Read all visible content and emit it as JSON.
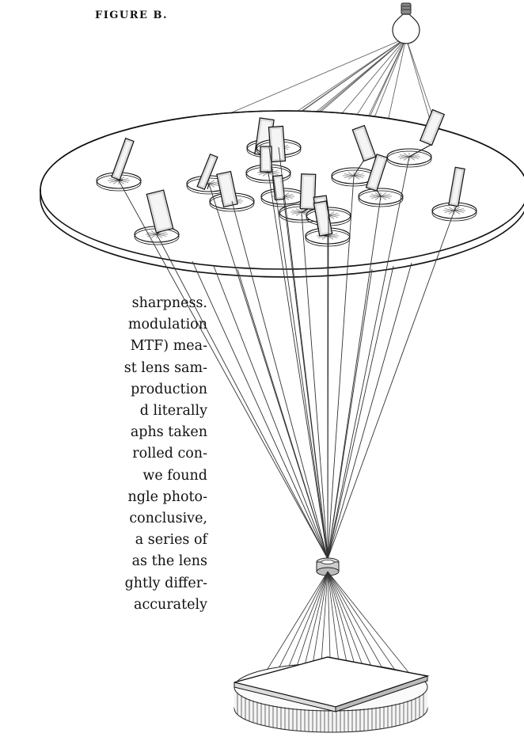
{
  "figure": {
    "label": "FIGURE B."
  },
  "body_text": {
    "lines": [
      "sharpness.",
      "modulation",
      "MTF) mea-",
      "st lens sam-",
      "production",
      "d literally",
      "aphs taken",
      "rolled con-",
      "we found",
      "ngle photo-",
      "conclusive,",
      "a series of",
      "as the lens",
      "ghtly differ-",
      "accurately"
    ]
  }
}
